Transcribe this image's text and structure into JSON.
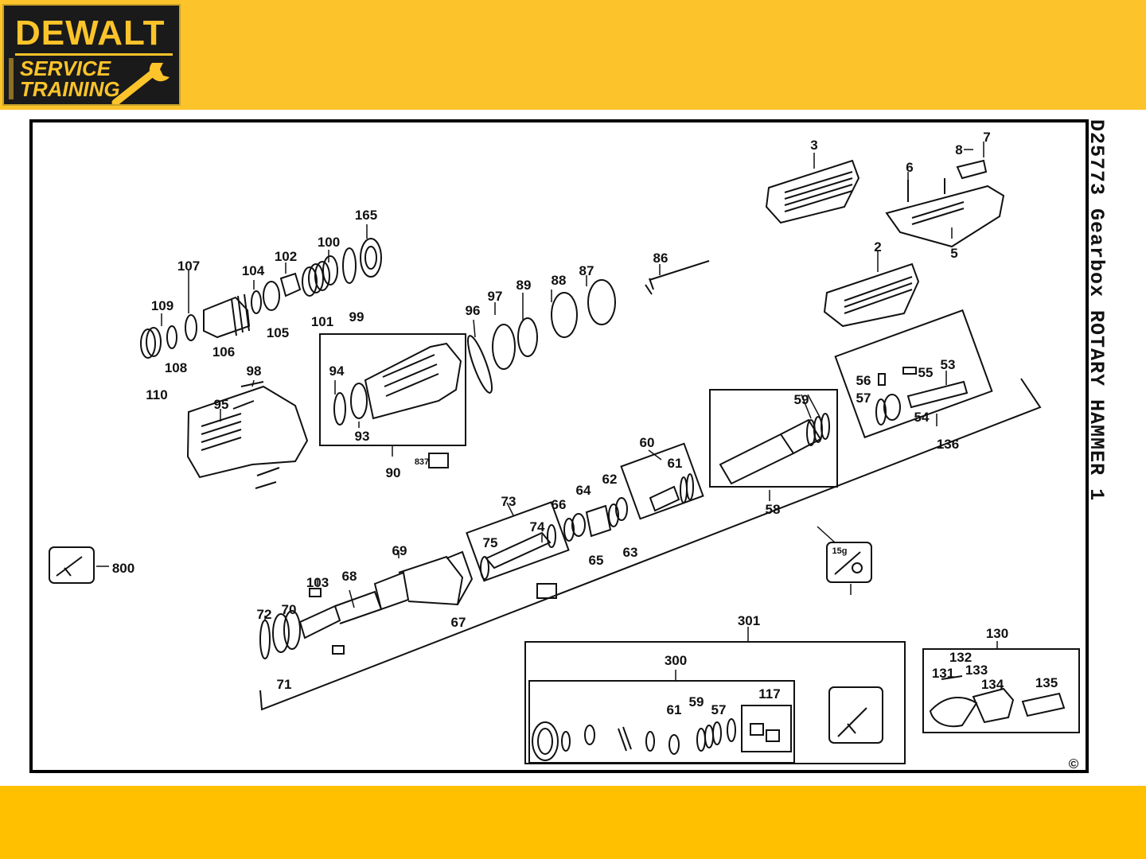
{
  "header": {
    "logo": {
      "brand": "DEWALT",
      "line1": "SERVICE",
      "line2": "TRAINING",
      "icon": "wrench-icon"
    }
  },
  "side_title": "D25773 Gearbox ROTARY HAMMER 1",
  "copyright": "©",
  "part_labels": [
    "3",
    "7",
    "8",
    "6",
    "5",
    "2",
    "165",
    "100",
    "102",
    "107",
    "104",
    "109",
    "108",
    "110",
    "106",
    "105",
    "101",
    "99",
    "86",
    "87",
    "88",
    "89",
    "97",
    "96",
    "98",
    "95",
    "94",
    "93",
    "90",
    "837",
    "56",
    "55",
    "53",
    "57",
    "54",
    "136",
    "59",
    "58",
    "60",
    "61",
    "62",
    "64",
    "63",
    "65",
    "66",
    "73",
    "74",
    "75",
    "69",
    "103",
    "68",
    "72",
    "70",
    "71",
    "67",
    "800",
    "15g",
    "301",
    "300",
    "117",
    "61",
    "59",
    "57",
    "130",
    "132",
    "131",
    "133",
    "134",
    "135"
  ],
  "colors": {
    "header_yellow": "#fcc42a",
    "footer_yellow": "#ffc000",
    "frame_border": "#000000",
    "logo_bg": "#1a1a1a"
  }
}
